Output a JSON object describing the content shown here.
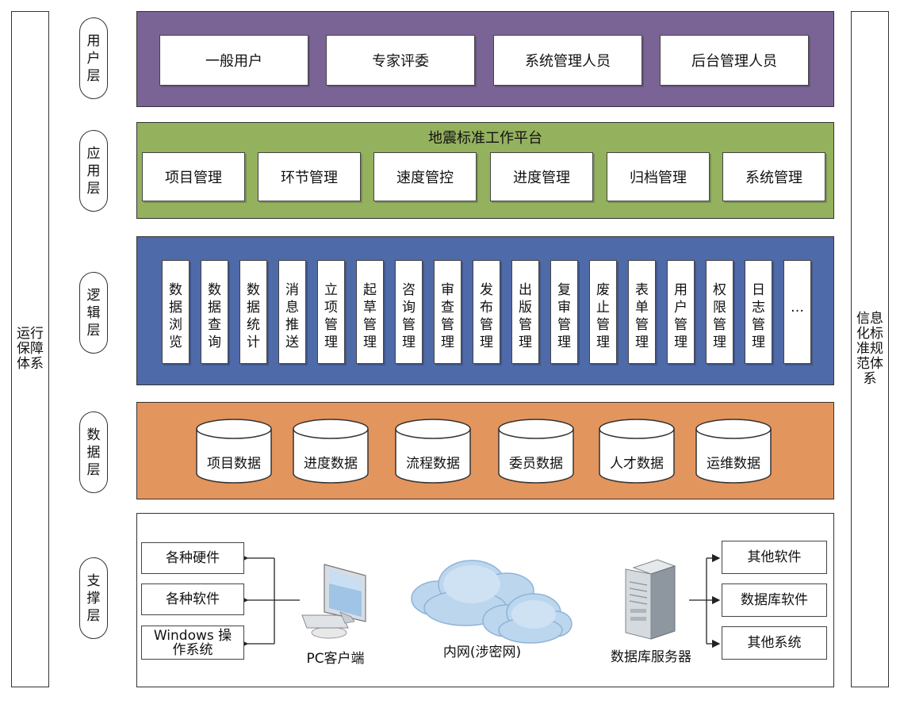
{
  "left_pillar": "运行保障体系",
  "right_pillar": "信息化标准规范体系",
  "layers": {
    "user": "用户层",
    "app": "应用层",
    "logic": "逻辑层",
    "data": "数据层",
    "support": "支撑层"
  },
  "user_layer": {
    "items": [
      "一般用户",
      "专家评委",
      "系统管理人员",
      "后台管理人员"
    ]
  },
  "app_layer": {
    "title": "地震标准工作平台",
    "items": [
      "项目管理",
      "环节管理",
      "速度管控",
      "进度管理",
      "归档管理",
      "系统管理"
    ]
  },
  "logic_layer": {
    "items": [
      "数据浏览",
      "数据查询",
      "数据统计",
      "消息推送",
      "立项管理",
      "起草管理",
      "咨询管理",
      "审查管理",
      "发布管理",
      "出版管理",
      "复审管理",
      "废止管理",
      "表单管理",
      "用户管理",
      "权限管理",
      "日志管理",
      "…"
    ]
  },
  "data_layer": {
    "items": [
      "项目数据",
      "进度数据",
      "流程数据",
      "委员数据",
      "人才数据",
      "运维数据"
    ]
  },
  "support_layer": {
    "left_items": [
      "各种硬件",
      "各种软件",
      "Windows 操作系统"
    ],
    "client_caption": "PC客户端",
    "network_caption": "内网(涉密网)",
    "server_caption": "数据库服务器",
    "right_items": [
      "其他软件",
      "数据库软件",
      "其他系统"
    ]
  },
  "colors": {
    "user_layer": "#7a6496",
    "app_layer": "#94b15e",
    "logic_layer": "#4f6aa8",
    "data_layer": "#e3955e",
    "cloud": "#bcd6ee"
  }
}
